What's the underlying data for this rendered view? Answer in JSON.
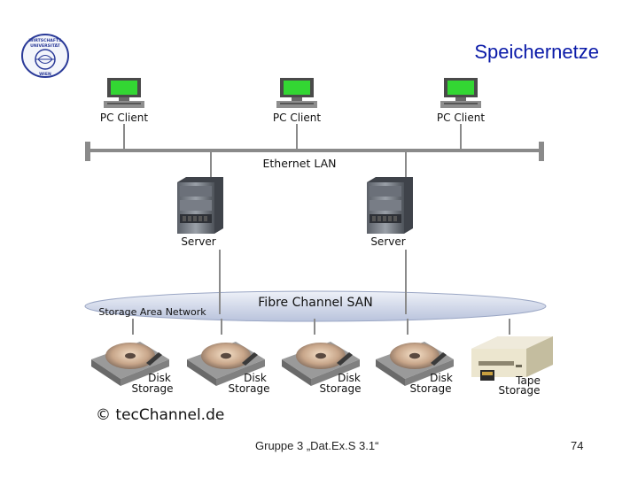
{
  "header": {
    "title": "Speichernetze"
  },
  "logo": {
    "lines": [
      "WIRTSCHAFTS",
      "UNIVERSITÄT",
      "WIEN"
    ]
  },
  "diagram": {
    "clients": [
      "PC Client",
      "PC Client",
      "PC Client"
    ],
    "lan_label": "Ethernet LAN",
    "servers": [
      "Server",
      "Server"
    ],
    "san_label": "Fibre Channel SAN",
    "san_caption": "Storage Area Network",
    "disks": [
      {
        "line1": "Disk",
        "line2": "Storage"
      },
      {
        "line1": "Disk",
        "line2": "Storage"
      },
      {
        "line1": "Disk",
        "line2": "Storage"
      },
      {
        "line1": "Disk",
        "line2": "Storage"
      }
    ],
    "tape": {
      "line1": "Tape",
      "line2": "Storage"
    },
    "copyright": "© tecChannel.de"
  },
  "footer": {
    "left": "Gruppe 3 „Dat.Ex.S 3.1“",
    "page": "74"
  }
}
